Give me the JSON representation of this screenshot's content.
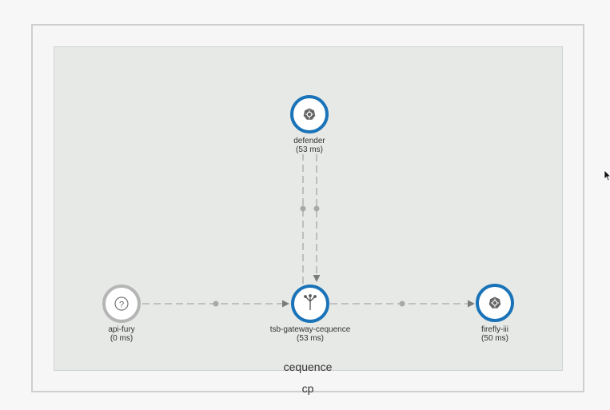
{
  "graph": {
    "namespace_label": "cequence",
    "cluster_label": "cp",
    "nodes": {
      "defender": {
        "name": "defender",
        "latency": "(53 ms)",
        "icon": "kubernetes-icon",
        "status": "healthy"
      },
      "api_fury": {
        "name": "api-fury",
        "latency": "(0 ms)",
        "icon": "question-icon",
        "status": "unknown"
      },
      "gateway": {
        "name": "tsb-gateway-cequence",
        "latency": "(53 ms)",
        "icon": "gateway-icon",
        "status": "healthy"
      },
      "firefly": {
        "name": "firefly-iii",
        "latency": "(50 ms)",
        "icon": "kubernetes-icon",
        "status": "healthy"
      }
    },
    "edges": [
      {
        "from": "api-fury",
        "to": "tsb-gateway-cequence"
      },
      {
        "from": "tsb-gateway-cequence",
        "to": "firefly-iii"
      },
      {
        "from": "tsb-gateway-cequence",
        "to": "defender"
      },
      {
        "from": "defender",
        "to": "tsb-gateway-cequence"
      }
    ]
  },
  "colors": {
    "healthy_ring": "#1a73b8",
    "unknown_ring": "#b5b5b5",
    "edge": "#a8a8a8",
    "background": "#e6e9e6"
  }
}
